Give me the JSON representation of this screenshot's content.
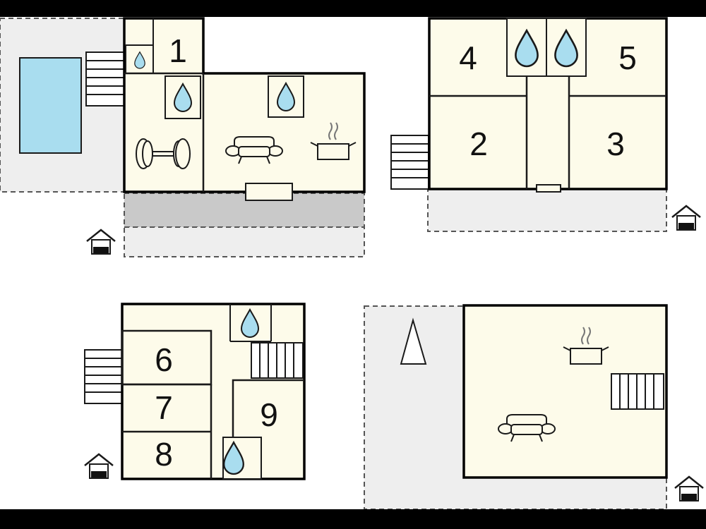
{
  "rooms": [
    "1",
    "2",
    "3",
    "4",
    "5",
    "6",
    "7",
    "8",
    "9"
  ],
  "colors": {
    "frame": "#000000",
    "background": "#ffffff",
    "interior": "#fdfbea",
    "pool": "#a9ddef",
    "water_drop": "#a9ddef",
    "terrace": "#eeeeee",
    "carport": "#c9c9c9",
    "line": "#1a1a1a"
  },
  "icons": {
    "water": "water-drop-icon",
    "fitness": "dumbbell-icon",
    "living": "sofa-icon",
    "kitchen": "cooking-pot-icon",
    "entrance": "house-entrance-icon",
    "stairs": "stairs-icon",
    "garden": "tree-icon"
  }
}
